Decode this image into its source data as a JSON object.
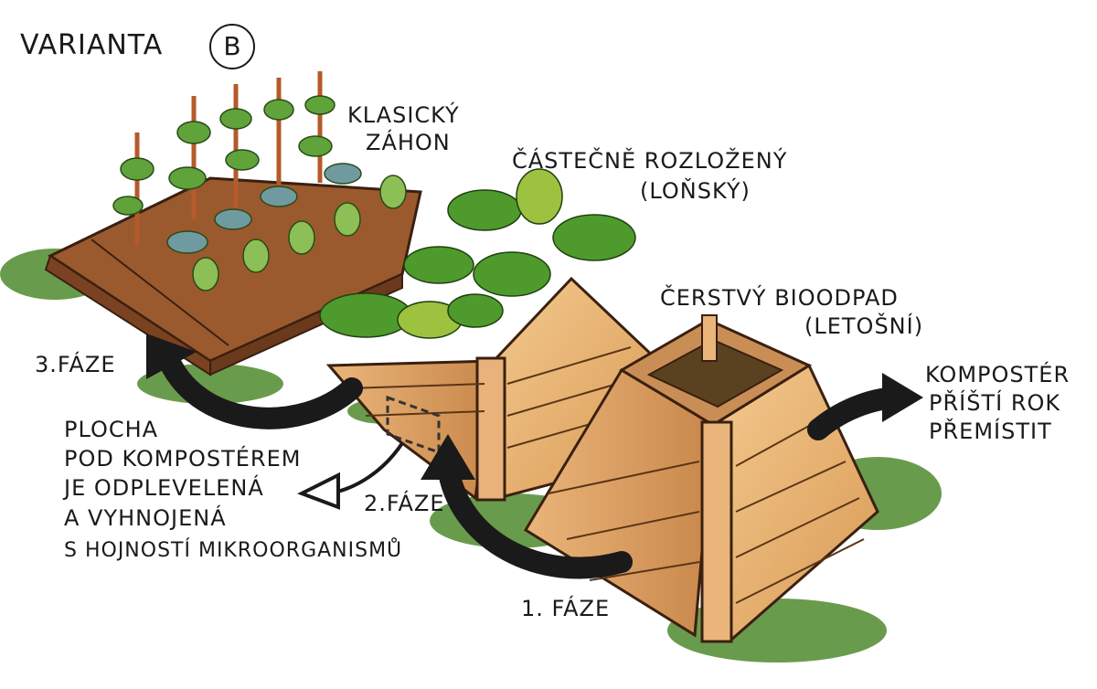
{
  "title": {
    "variant": "VARIANTA",
    "badge": "B"
  },
  "labels": {
    "classic_bed": [
      "KLASICKÝ",
      "ZÁHON"
    ],
    "partially_decomposed": [
      "ČÁSTEČNĚ ROZLOŽENÝ",
      "(LOŇSKÝ)"
    ],
    "fresh_waste": [
      "ČERSTVÝ    BIOODPAD",
      "(LETOŠNÍ)"
    ],
    "composter_next_year": [
      "KOMPOSTÉR",
      "PŘÍŠTÍ ROK",
      "PŘEMÍSTIT"
    ],
    "area_under_composter": [
      "PLOCHA",
      "POD KOMPOSTÉREM",
      "JE ODPLEVELENÁ",
      "A VYHNOJENÁ",
      "S HOJNOSTÍ MIKROORGANISMŮ"
    ]
  },
  "phases": {
    "phase1": "1. FÁZE",
    "phase2": "2.FÁZE",
    "phase3": "3.FÁZE"
  }
}
